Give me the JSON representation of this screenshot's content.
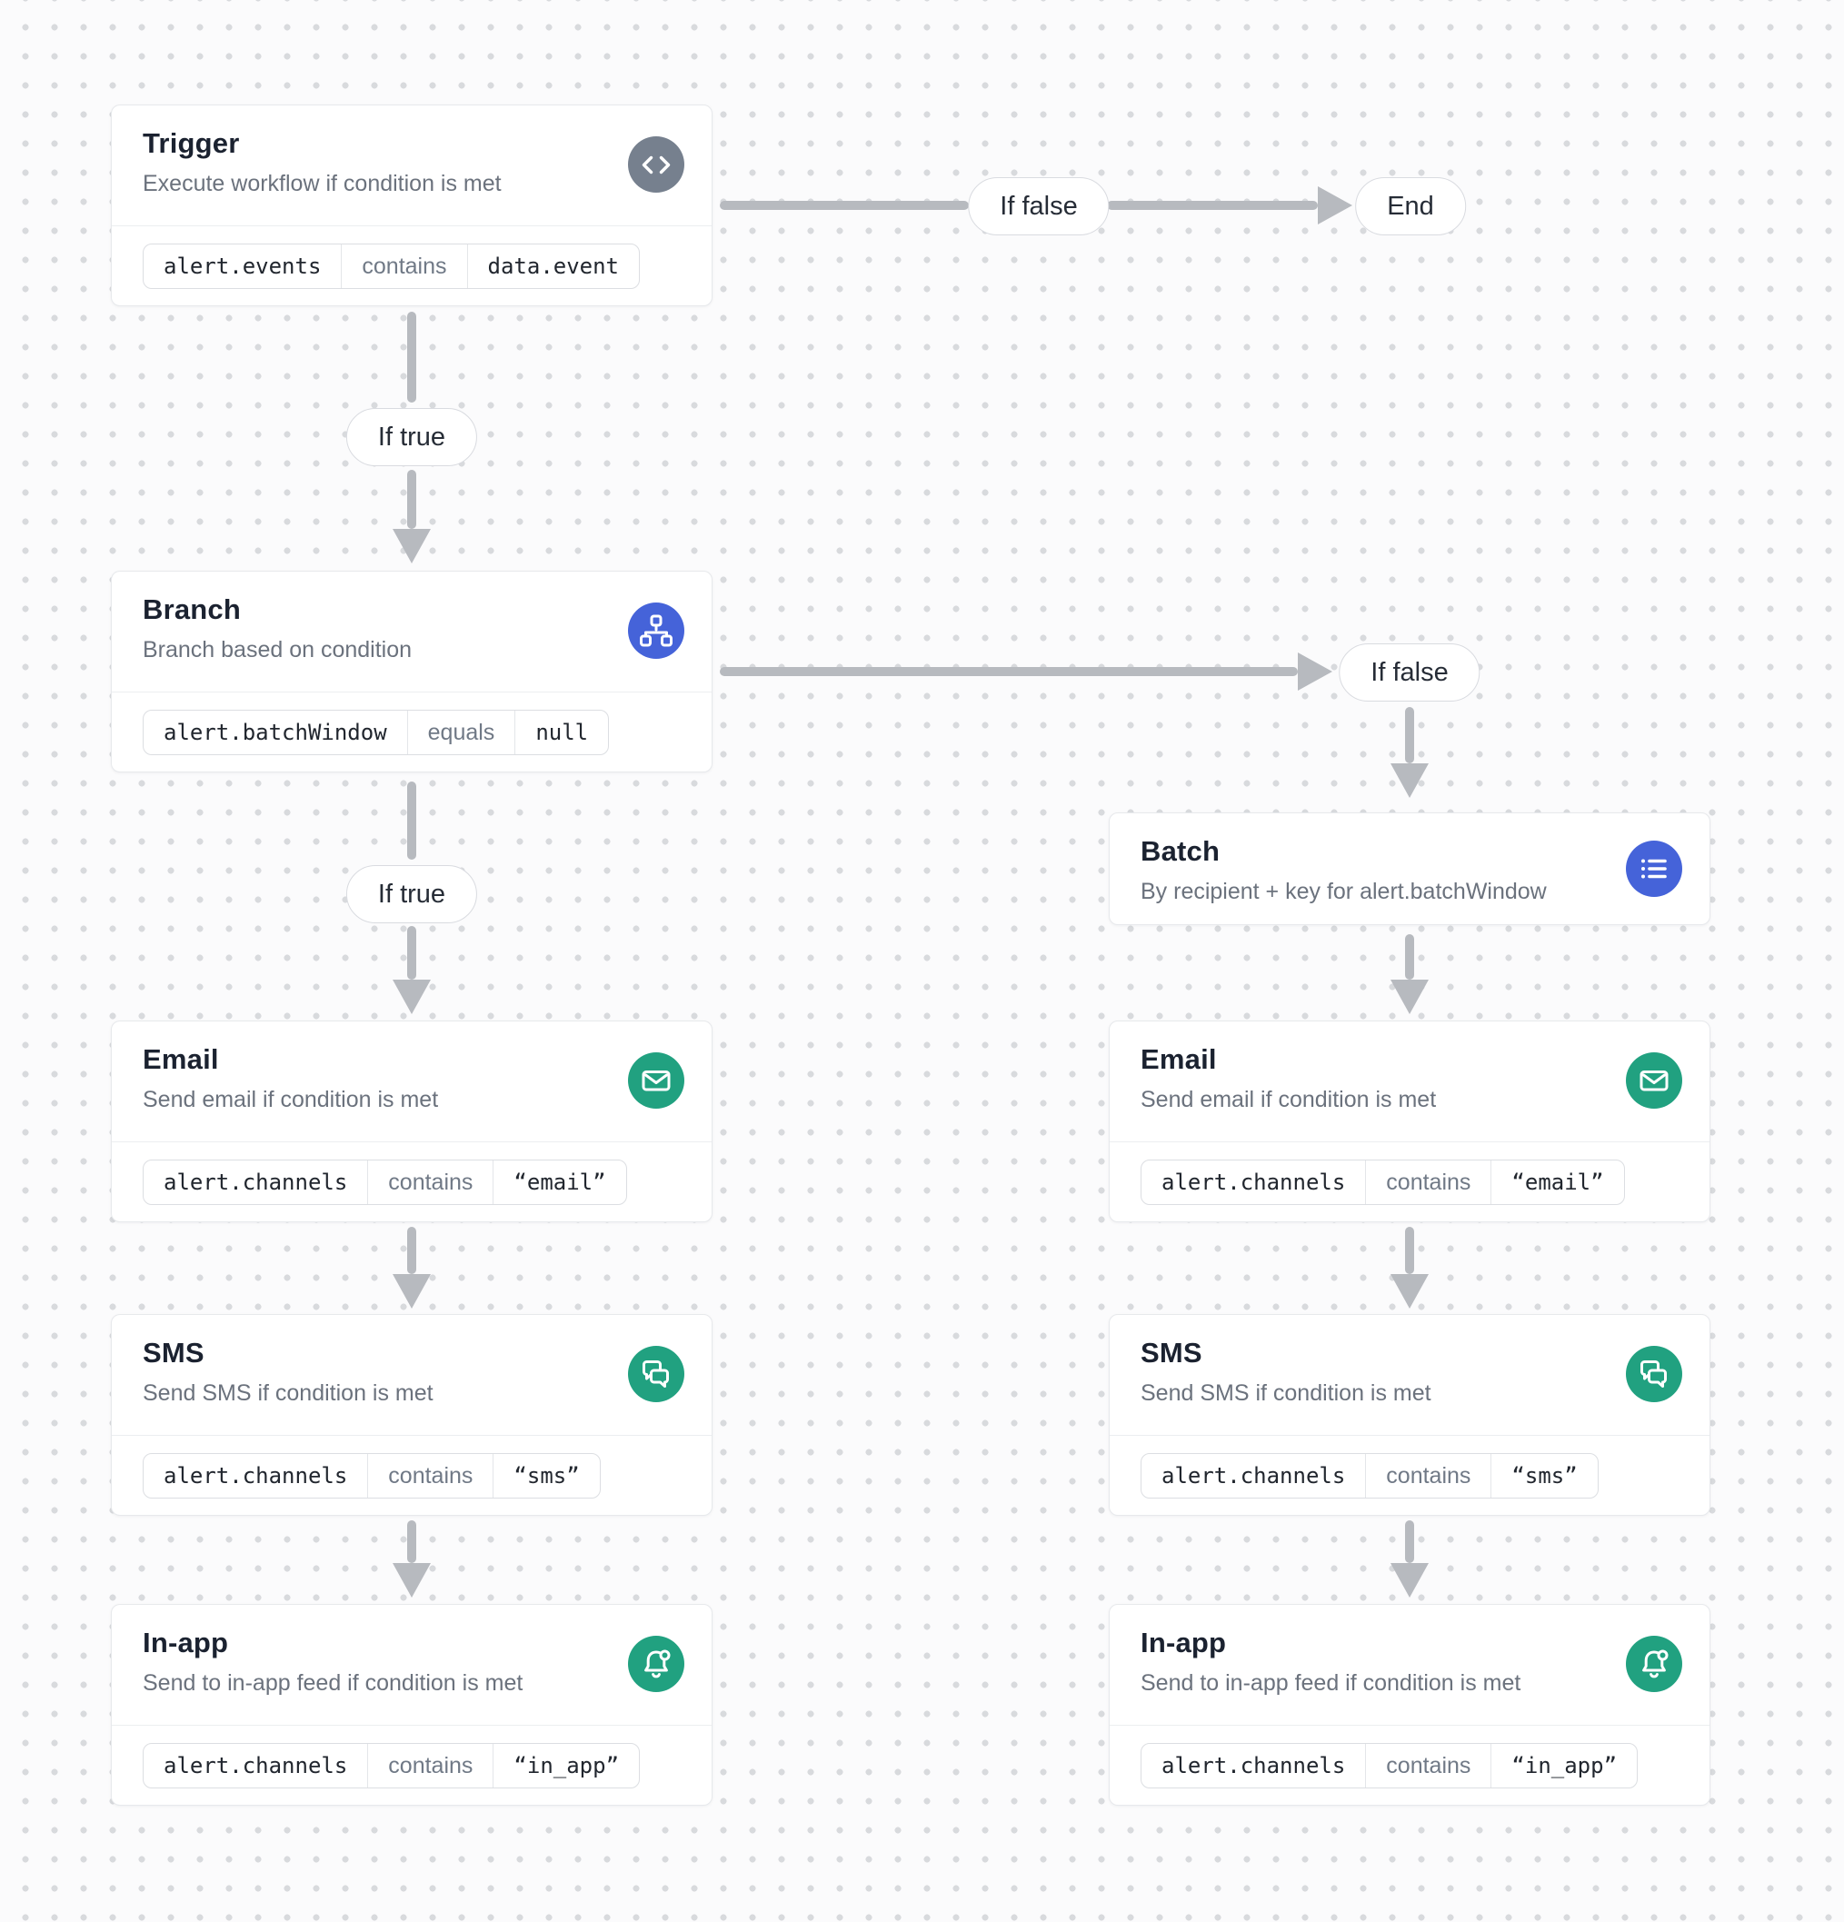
{
  "colors": {
    "node_gray": "#76808E",
    "node_blue": "#4563D9",
    "node_green": "#21A180",
    "arrow": "#B7BABF",
    "canvas_bg": "#FBFBFC",
    "dot": "#D8DADD"
  },
  "nodes": {
    "trigger": {
      "title": "Trigger",
      "subtitle": "Execute workflow if condition is met",
      "icon": "code-icon",
      "condition": {
        "field": "alert.events",
        "operator": "contains",
        "value": "data.event"
      }
    },
    "branch": {
      "title": "Branch",
      "subtitle": "Branch based on condition",
      "icon": "branch-icon",
      "condition": {
        "field": "alert.batchWindow",
        "operator": "equals",
        "value": "null"
      }
    },
    "batch": {
      "title": "Batch",
      "subtitle": "By recipient + key for alert.batchWindow",
      "icon": "list-icon"
    },
    "email_left": {
      "title": "Email",
      "subtitle": "Send email if condition is met",
      "icon": "envelope-icon",
      "condition": {
        "field": "alert.channels",
        "operator": "contains",
        "value": "“email”"
      }
    },
    "sms_left": {
      "title": "SMS",
      "subtitle": "Send SMS if condition is met",
      "icon": "chat-bubbles-icon",
      "condition": {
        "field": "alert.channels",
        "operator": "contains",
        "value": "“sms”"
      }
    },
    "inapp_left": {
      "title": "In-app",
      "subtitle": "Send to in-app feed if condition is met",
      "icon": "bell-icon",
      "condition": {
        "field": "alert.channels",
        "operator": "contains",
        "value": "“in_app”"
      }
    },
    "email_right": {
      "title": "Email",
      "subtitle": "Send email if condition is met",
      "icon": "envelope-icon",
      "condition": {
        "field": "alert.channels",
        "operator": "contains",
        "value": "“email”"
      }
    },
    "sms_right": {
      "title": "SMS",
      "subtitle": "Send SMS if condition is met",
      "icon": "chat-bubbles-icon",
      "condition": {
        "field": "alert.channels",
        "operator": "contains",
        "value": "“sms”"
      }
    },
    "inapp_right": {
      "title": "In-app",
      "subtitle": "Send to in-app feed if condition is met",
      "icon": "bell-icon",
      "condition": {
        "field": "alert.channels",
        "operator": "contains",
        "value": "“in_app”"
      }
    }
  },
  "pills": {
    "if_false_top": "If false",
    "end": "End",
    "if_true_1": "If true",
    "if_false_branch": "If false",
    "if_true_2": "If true"
  }
}
